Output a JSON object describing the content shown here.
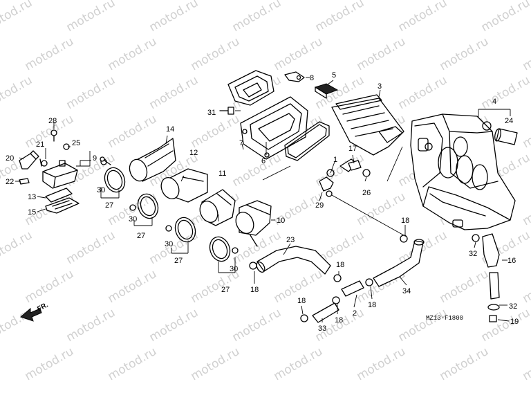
{
  "watermark": "motod.ru",
  "diagram_code": "MZ13-F1800",
  "direction_label": "FR.",
  "callouts": {
    "p1": "1",
    "p2": "2",
    "p3": "3",
    "p4": "4",
    "p5": "5",
    "p6": "6",
    "p7": "7",
    "p8": "8",
    "p9": "9",
    "p10": "10",
    "p11": "11",
    "p12": "12",
    "p13": "13",
    "p14": "14",
    "p15": "15",
    "p16": "16",
    "p17": "17",
    "p19": "19",
    "p20": "20",
    "p21": "21",
    "p22": "22",
    "p23": "23",
    "p24": "24",
    "p25": "25",
    "p26": "26",
    "p28": "28",
    "p29": "29",
    "p31": "31",
    "p32": "32",
    "p33": "33",
    "p34": "34",
    "p18": "18",
    "p27": "27",
    "p30": "30"
  }
}
